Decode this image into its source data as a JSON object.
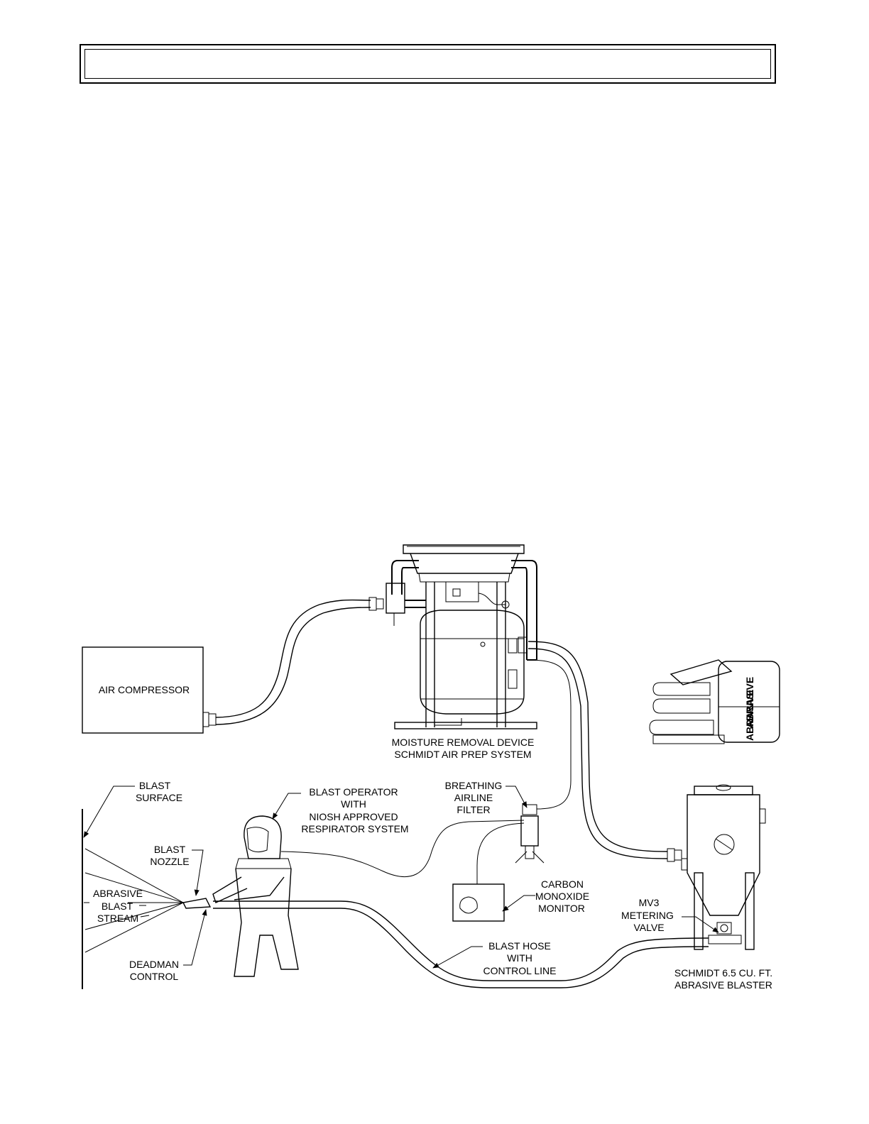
{
  "header": {
    "title": ""
  },
  "labels": {
    "air_compressor": "AIR COMPRESSOR",
    "moisture_1": "MOISTURE REMOVAL DEVICE",
    "moisture_2": "SCHMIDT AIR PREP SYSTEM",
    "abrasive_bag": "ABRASIVE",
    "blast_surface_1": "BLAST",
    "blast_surface_2": "SURFACE",
    "operator_1": "BLAST OPERATOR",
    "operator_2": "WITH",
    "operator_3": "NIOSH APPROVED",
    "operator_4": "RESPIRATOR SYSTEM",
    "breathing_1": "BREATHING",
    "breathing_2": "AIRLINE",
    "breathing_3": "FILTER",
    "nozzle_1": "BLAST",
    "nozzle_2": "NOZZLE",
    "stream_1": "ABRASIVE",
    "stream_2": "BLAST",
    "stream_3": "STREAM",
    "carbon_1": "CARBON",
    "carbon_2": "MONOXIDE",
    "carbon_3": "MONITOR",
    "mv3_1": "MV3",
    "mv3_2": "METERING",
    "mv3_3": "VALVE",
    "deadman_1": "DEADMAN",
    "deadman_2": "CONTROL",
    "hose_1": "BLAST HOSE",
    "hose_2": "WITH",
    "hose_3": "CONTROL LINE",
    "blaster_1": "SCHMIDT 6.5 CU. FT.",
    "blaster_2": "ABRASIVE BLASTER"
  }
}
